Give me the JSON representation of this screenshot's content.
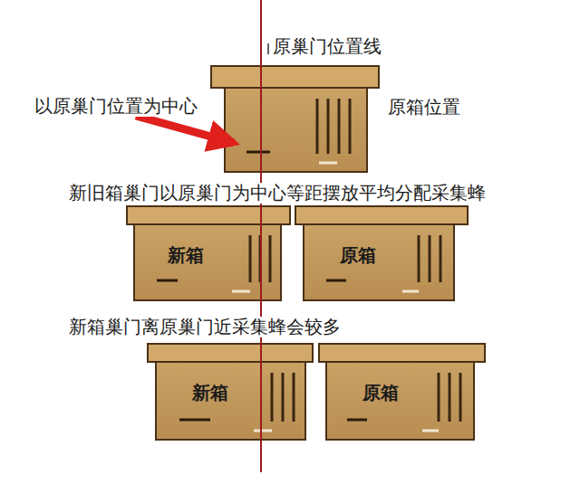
{
  "diagram": {
    "nodes": [
      {
        "text": [
          "原箱位置"
        ]
      },
      {
        "text": [
          "新箱"
        ]
      },
      {
        "text": [
          "原箱"
        ]
      },
      {
        "text": [
          "新箱"
        ]
      },
      {
        "text": [
          "原箱"
        ]
      }
    ],
    "labels": [
      "原巢门位置线",
      "以原巢门位置为中心",
      "新旧箱巢门以原巢门为中心等距摆放平均分配采集蜂",
      "新箱巢门离原巢门近采集蜂会较多"
    ]
  }
}
